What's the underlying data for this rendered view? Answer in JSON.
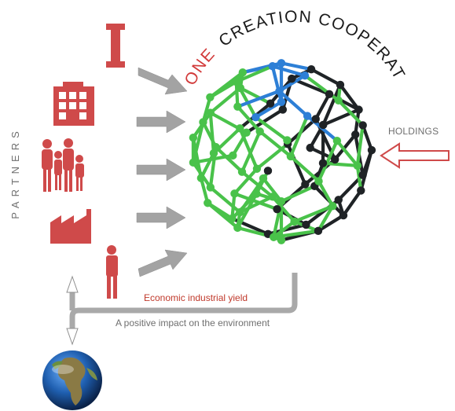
{
  "title": {
    "word_one": "ONE",
    "word_rest": "CREATION COOPERATIVE"
  },
  "labels": {
    "partners": "PARTNERS",
    "holdings": "HOLDINGS",
    "yield": "Economic industrial yield",
    "impact": "A positive impact on the environment"
  },
  "icons": [
    "individual-icon",
    "building-icon",
    "family-icon",
    "factory-icon",
    "person-standing-icon",
    "globe-icon"
  ],
  "colors": {
    "accent_red": "#d23a3a",
    "icon_red": "#cf4a4a",
    "arrow_grey": "#a3a3a3",
    "line_grey": "#a9a9a9",
    "text_grey": "#6f6f6f",
    "node_green": "#49c24a",
    "node_blue": "#2d7fd6",
    "node_dark": "#1f2326"
  }
}
